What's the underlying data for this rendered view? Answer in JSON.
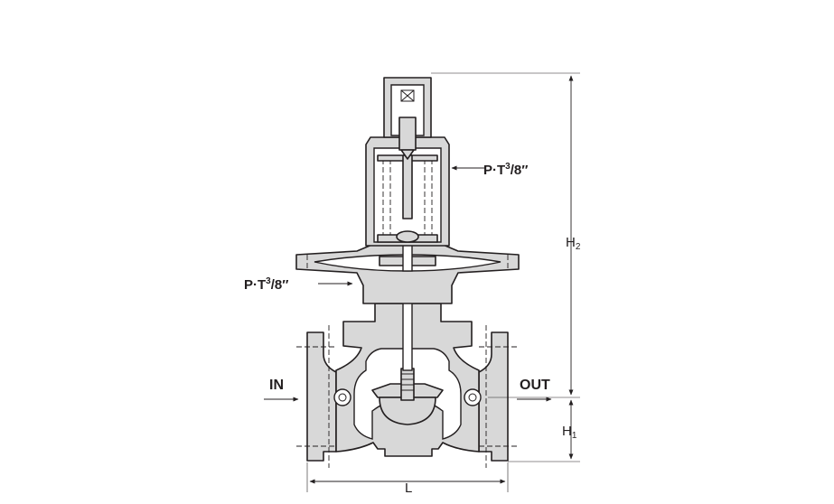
{
  "labels": {
    "inlet": "IN",
    "outlet": "OUT",
    "port_upper": {
      "prefix": "P·T",
      "sup": "3",
      "suffix": "/8″"
    },
    "port_lower": {
      "prefix": "P·T",
      "sup": "3",
      "suffix": "/8″"
    }
  },
  "dimensions": {
    "overall_height": {
      "main": "H",
      "sub": "2"
    },
    "base_height": {
      "main": "H",
      "sub": "1"
    },
    "length": "L"
  },
  "colors": {
    "line": "#231f20",
    "body_fill": "#d8d8d8",
    "cavity_fill": "#ffffff"
  }
}
